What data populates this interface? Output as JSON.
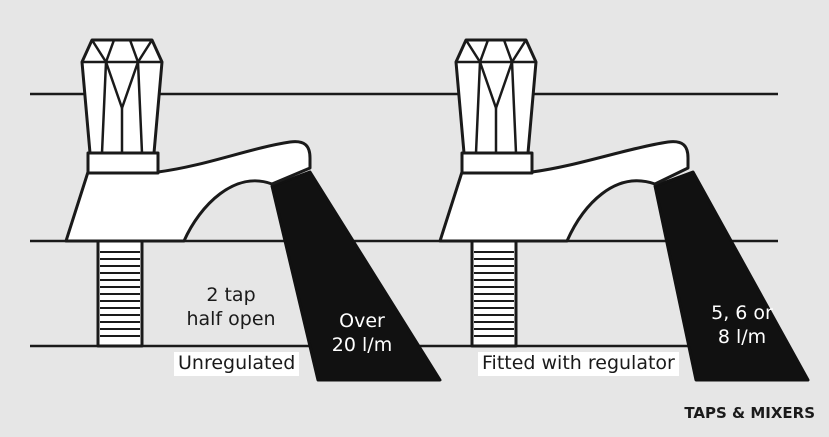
{
  "left_tap": {
    "note_line1": "2 tap",
    "note_line2": "half open",
    "caption": "Unregulated",
    "flow_line1": "Over",
    "flow_line2": "20 l/m"
  },
  "right_tap": {
    "caption": "Fitted with regulator",
    "flow_line1": "5, 6 or",
    "flow_line2": "8 l/m"
  },
  "section_tag": "TAPS & MIXERS",
  "colors": {
    "background": "#e6e6e6",
    "tap_fill": "#ffffff",
    "outline": "#1a1a1a",
    "water": "#111111"
  }
}
